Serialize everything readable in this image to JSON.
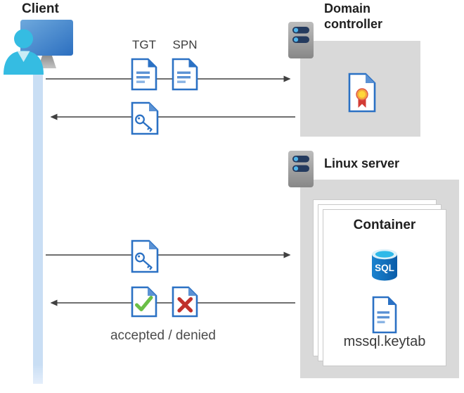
{
  "diagram": {
    "client": {
      "label": "Client"
    },
    "domain_controller": {
      "label": "Domain\ncontroller"
    },
    "linux_server": {
      "label": "Linux server"
    },
    "container": {
      "label": "Container",
      "sql_label": "SQL",
      "keytab_label": "mssql.keytab"
    },
    "messages": {
      "tgt_label": "TGT",
      "spn_label": "SPN",
      "accepted_denied": "accepted / denied"
    },
    "icons": {
      "client": "user-at-monitor-icon",
      "domain_controller": "server-icon",
      "linux_server": "server-icon",
      "tgt": "document-icon",
      "spn": "document-icon",
      "service_ticket": "key-document-icon",
      "certificate": "certificate-document-icon",
      "sql": "sql-database-icon",
      "accepted": "check-document-icon",
      "denied": "cross-document-icon",
      "keytab": "document-icon"
    }
  },
  "colors": {
    "doc_blue": "#2b71c4",
    "doc_line_dark": "#5b92d4",
    "doc_line_light": "#8ab4e4",
    "check_green": "#6abf47",
    "cross_red": "#c0302c",
    "arrow_gray": "#404040",
    "lifeline_blue": "#c9def4",
    "box_gray": "#d9d9d9",
    "server_pill_navy": "#243a5e",
    "server_dot_blue": "#4fb3e8",
    "sql_blue": "#0f6fbf",
    "sql_top_cyan": "#2fb9e8",
    "person_cyan": "#35bce2",
    "cert_gold": "#ffd83a",
    "cert_ring": "#f2a93c",
    "cert_ribbon_red": "#d23b34",
    "label_dark": "#1f1f1f",
    "text_gray": "#4c4c4c"
  }
}
